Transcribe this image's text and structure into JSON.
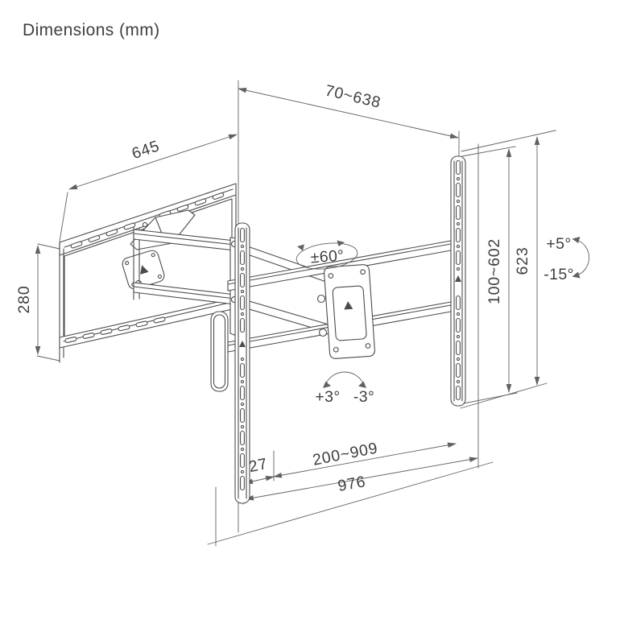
{
  "title": "Dimensions (mm)",
  "dimensions": {
    "extension": "70~638",
    "wall_plate_width": "645",
    "wall_plate_height": "280",
    "vesa_vertical": "100~602",
    "bracket_height": "623",
    "rail_offset": "27",
    "vesa_horizontal": "200~909",
    "bracket_width": "976"
  },
  "angles": {
    "swivel": "±60°",
    "tilt_up": "+5°",
    "tilt_down": "-15°",
    "level_left": "+3°",
    "level_right": "-3°"
  },
  "colors": {
    "background": "#ffffff",
    "outline": "#4c4c4c",
    "dimension": "#616161",
    "text": "#3f3f3f"
  }
}
